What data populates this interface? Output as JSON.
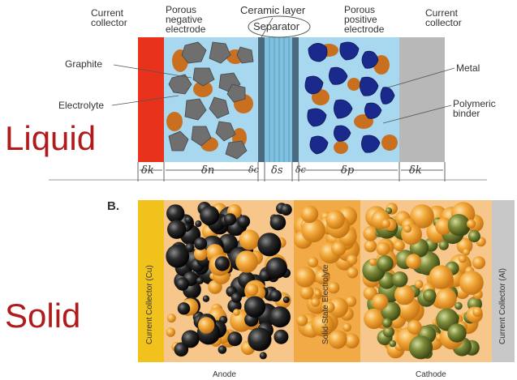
{
  "liquid": {
    "side_label": "Liquid",
    "labels": {
      "current_collector_left": [
        "Current",
        "collector"
      ],
      "porous_negative": [
        "Porous",
        "negative",
        "electrode"
      ],
      "ceramic_layer": "Ceramic layer",
      "separator": "Separator",
      "porous_positive": [
        "Porous",
        "positive",
        "electrode"
      ],
      "current_collector_right": [
        "Current",
        "collector"
      ],
      "graphite": "Graphite",
      "electrolyte": "Electrolyte",
      "metal": "Metal",
      "polymeric_binder": [
        "Polymeric",
        "binder"
      ]
    },
    "dims": [
      "δk",
      "δn",
      "δc",
      "δs",
      "δc",
      "δp",
      "δk"
    ],
    "colors": {
      "collector_left": "#e8321c",
      "electrolyte": "#a8d8f0",
      "graphite": "#6f6f6f",
      "binder": "#c87020",
      "cathode": "#1a2a8c",
      "collector_right": "#b8b8b8"
    }
  },
  "solid": {
    "panel_label": "B.",
    "side_label": "Solid",
    "cc_left": "Current Collector (Cu)",
    "cc_right": "Current Collector (Al)",
    "electrolyte": "Solid-State Electrolyte",
    "anode": "Anode",
    "cathode": "Cathode",
    "colors": {
      "cc_left": "#f2c21c",
      "electrolyte": "#f0a030",
      "anode_particle": "#1c1c1c",
      "cathode_particle": "#6b7a2e",
      "cc_right": "#c8c8c8"
    }
  }
}
